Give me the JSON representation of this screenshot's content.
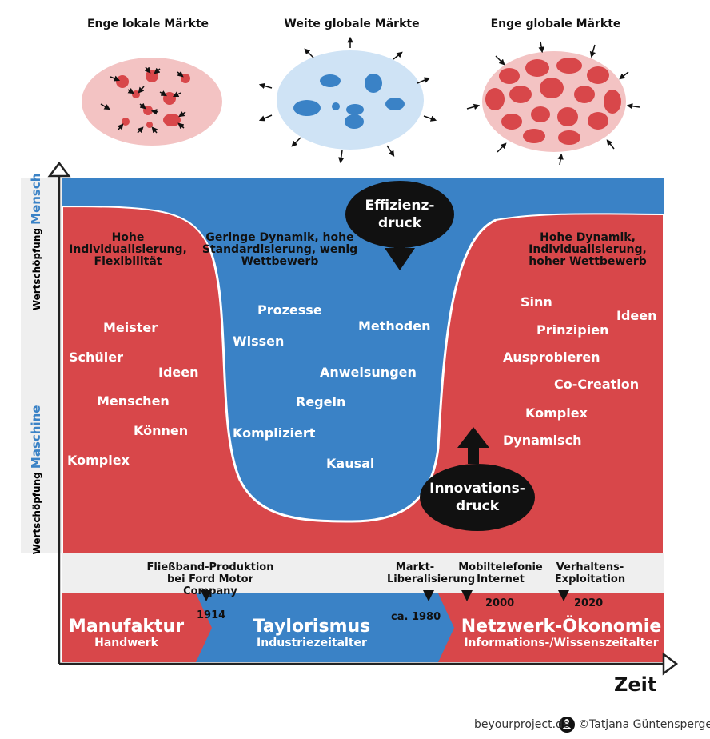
{
  "markets": [
    {
      "title": "Enge lokale Märkte"
    },
    {
      "title": "Weite globale Märkte"
    },
    {
      "title": "Enge globale Märkte"
    }
  ],
  "y_axis": {
    "prefix_top": "Wertschöpfung",
    "word_top": "Mensch",
    "prefix_bottom": "Wertschöpfung",
    "word_bottom": "Maschine"
  },
  "x_axis": {
    "label": "Zeit"
  },
  "left_region": {
    "heading": "Hohe Individualisierung, Flexibilität",
    "words": [
      "Meister",
      "Schüler",
      "Ideen",
      "Menschen",
      "Können",
      "Komplex"
    ]
  },
  "middle_region": {
    "heading": "Geringe Dynamik, hohe Standardisierung, wenig Wettbewerb",
    "words": [
      "Prozesse",
      "Wissen",
      "Methoden",
      "Anweisungen",
      "Regeln",
      "Kompliziert",
      "Kausal"
    ]
  },
  "right_region": {
    "heading": "Hohe Dynamik, Individualisierung, hoher Wettbewerb",
    "words": [
      "Sinn",
      "Ideen",
      "Prinzipien",
      "Ausprobieren",
      "Co-Creation",
      "Komplex",
      "Dynamisch"
    ]
  },
  "pressures": {
    "efficiency": "Effizienz- druck",
    "innovation": "Innovations- druck"
  },
  "timeline": {
    "events": [
      "Fließband-Produktion bei Ford Motor Company",
      "Markt- Liberalisierung",
      "Mobiltelefonie Internet",
      "Verhaltens- Exploitation"
    ],
    "years": [
      "1914",
      "ca. 1980",
      "2000",
      "2020"
    ]
  },
  "eras": [
    {
      "name": "Manufaktur",
      "sub": "Handwerk"
    },
    {
      "name": "Taylorismus",
      "sub": "Industriezeitalter"
    },
    {
      "name": "Netzwerk-Ökonomie",
      "sub": "Informations-/Wissenszeitalter"
    }
  ],
  "footer": {
    "site": "beyourproject.de",
    "author": "©Tatjana Güntensperger"
  },
  "colors": {
    "red": "#d8474a",
    "blue": "#3a82c6",
    "black": "#111111",
    "light_red": "#f3c3c3",
    "light_blue": "#cfe3f5"
  }
}
